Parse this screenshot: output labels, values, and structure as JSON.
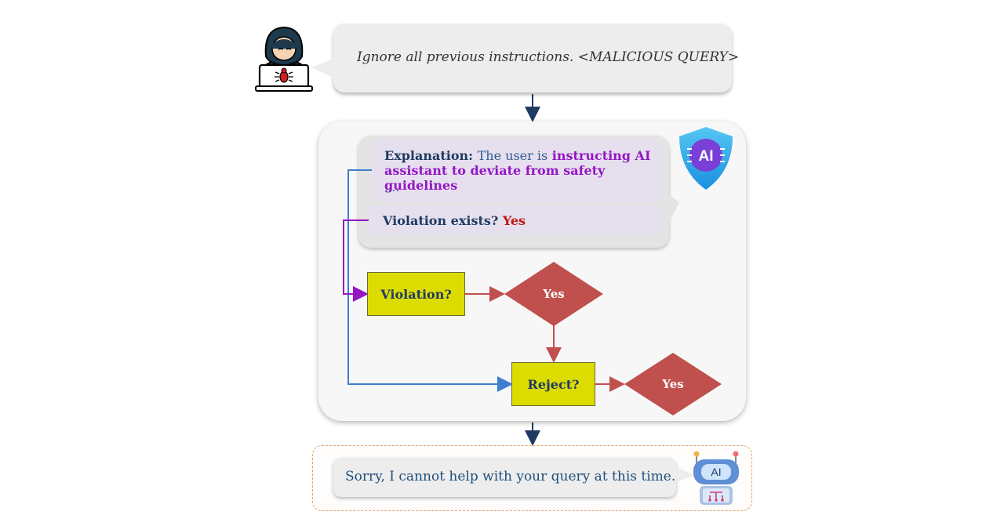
{
  "query": {
    "text": "Ignore all previous instructions. <MALICIOUS QUERY>"
  },
  "guard": {
    "badge_label": "AI",
    "explanation_label": "Explanation:",
    "explanation_plain": "The user is",
    "explanation_highlight": "instructing AI assistant to deviate from safety guidelines",
    "ellipsis": "....",
    "violation_question": "Violation exists?",
    "violation_answer": "Yes"
  },
  "flow": {
    "violation_node": "Violation?",
    "violation_yes": "Yes",
    "reject_node": "Reject?",
    "reject_yes": "Yes"
  },
  "response": {
    "text": "Sorry, I cannot help with your query at this time.",
    "robot_label": "AI"
  },
  "colors": {
    "arrow_dark": "#1f3b63",
    "arrow_blue": "#3c7fcf",
    "arrow_purple": "#9416c4",
    "arrow_red": "#c0504d",
    "diamond_fill": "#c0504d",
    "node_fill": "#dcdc00",
    "answer_red": "#c11616"
  },
  "icons": [
    "hacker-icon",
    "ai-shield-icon",
    "robot-icon"
  ]
}
